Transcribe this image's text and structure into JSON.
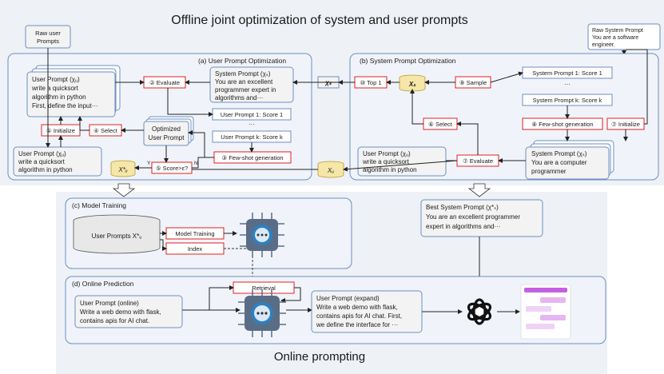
{
  "title_top": "Offline joint optimization of system and user prompts",
  "title_bottom": "Online prompting",
  "raw_user": [
    "Raw user",
    "Prompts"
  ],
  "raw_system": {
    "title": "Raw System Prompt",
    "text": [
      "You are a software",
      "engineer."
    ]
  },
  "panel_a": {
    "title": "(a) User Prompt Optimization",
    "user_prompt_stack": [
      "User Prompt (χᵤ)",
      "write a quicksort",
      "algorithm in python",
      "First, define the input···"
    ],
    "user_prompt_bottom": [
      "User Prompt (χᵤ)",
      "write a quicksort",
      "algorithm in python"
    ],
    "system_prompt": [
      "System Prompt (χₛ)",
      "You are an excellent",
      "programmer expert in",
      "algorithms and···"
    ],
    "evaluate": "② Evaluate",
    "initialize": "① Initialize",
    "select": "④ Select",
    "optimized": [
      "Optimized",
      "User Prompt"
    ],
    "score1": "User Prompt 1: Score 1",
    "dots": "···",
    "scorek": "User Prompt k: Score k",
    "fewshot": "③ Few-shot generation",
    "cond": "⑤ Score>ε?",
    "yes": "Y",
    "no": "N",
    "xu_star": "X*ᵤ",
    "xs_label": "χₛ"
  },
  "panel_b": {
    "title": "(b) System Prompt Optimization",
    "top1": "⑩ Top 1",
    "xs": "Xₛ",
    "sample": "⑨ Sample",
    "score1": "System Prompt 1: Score 1",
    "dots": "···",
    "scorek": "System Prompt k: Score k",
    "fewshot": "⑧ Few-shot generation",
    "initialize": "⑦ Initialize",
    "select": "⑥ Select",
    "evaluate": "⑦ Evaluate",
    "user_prompt": [
      "User Prompt (χᵤ)",
      "write a quicksort",
      "algorithm in python"
    ],
    "system_prompt": [
      "System Prompt (χₛ)",
      "You are a computer",
      "programmer"
    ],
    "xu": "Xᵤ"
  },
  "panel_c": {
    "title": "(c) Model Training",
    "db": "User Prompts X*ᵤ",
    "training": "Model Training",
    "index": "Index"
  },
  "best": [
    "Best System Prompt (χ*ₛ)",
    "You are an excellent programmer",
    "expert in algorithms and···"
  ],
  "panel_d": {
    "title": "(d) Online Prediction",
    "retrieval": "Retrieval",
    "online": [
      "User Prompt (online)",
      "Write a web demo with flask,",
      "contains apis for AI chat."
    ],
    "expand": [
      "User Prompt (expand)",
      "Write a web demo with flask,",
      "contains apis for AI chat. First,",
      "we define the interface for ···"
    ]
  }
}
